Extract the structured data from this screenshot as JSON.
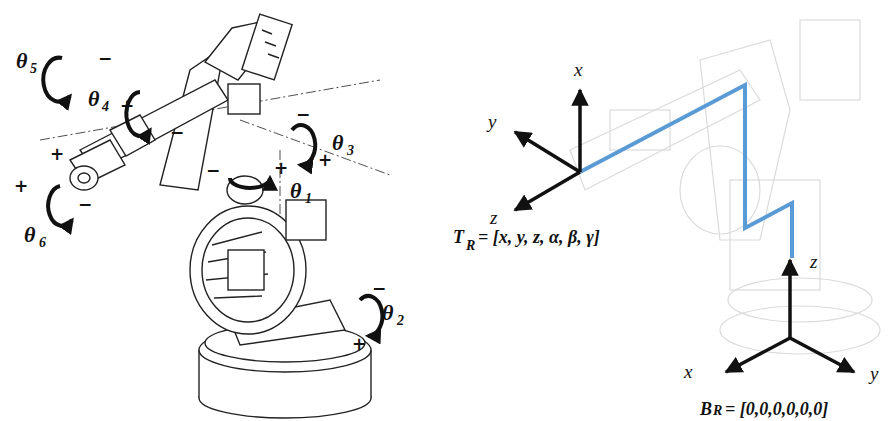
{
  "diagram": {
    "labels": [
      "θ",
      "5",
      "−",
      "+",
      "θ",
      "4",
      "+",
      "−",
      "−",
      "θ",
      "3",
      "+",
      "−",
      "θ",
      "1",
      "+",
      "+",
      "θ",
      "6",
      "−",
      "−",
      "θ",
      "2",
      "+",
      "x",
      "y",
      "z",
      "T",
      "R",
      "= [x, y, z, α, β, γ]",
      "z",
      "x",
      "y",
      "B",
      "R",
      "= [0,0,0,0,0,0]"
    ]
  }
}
